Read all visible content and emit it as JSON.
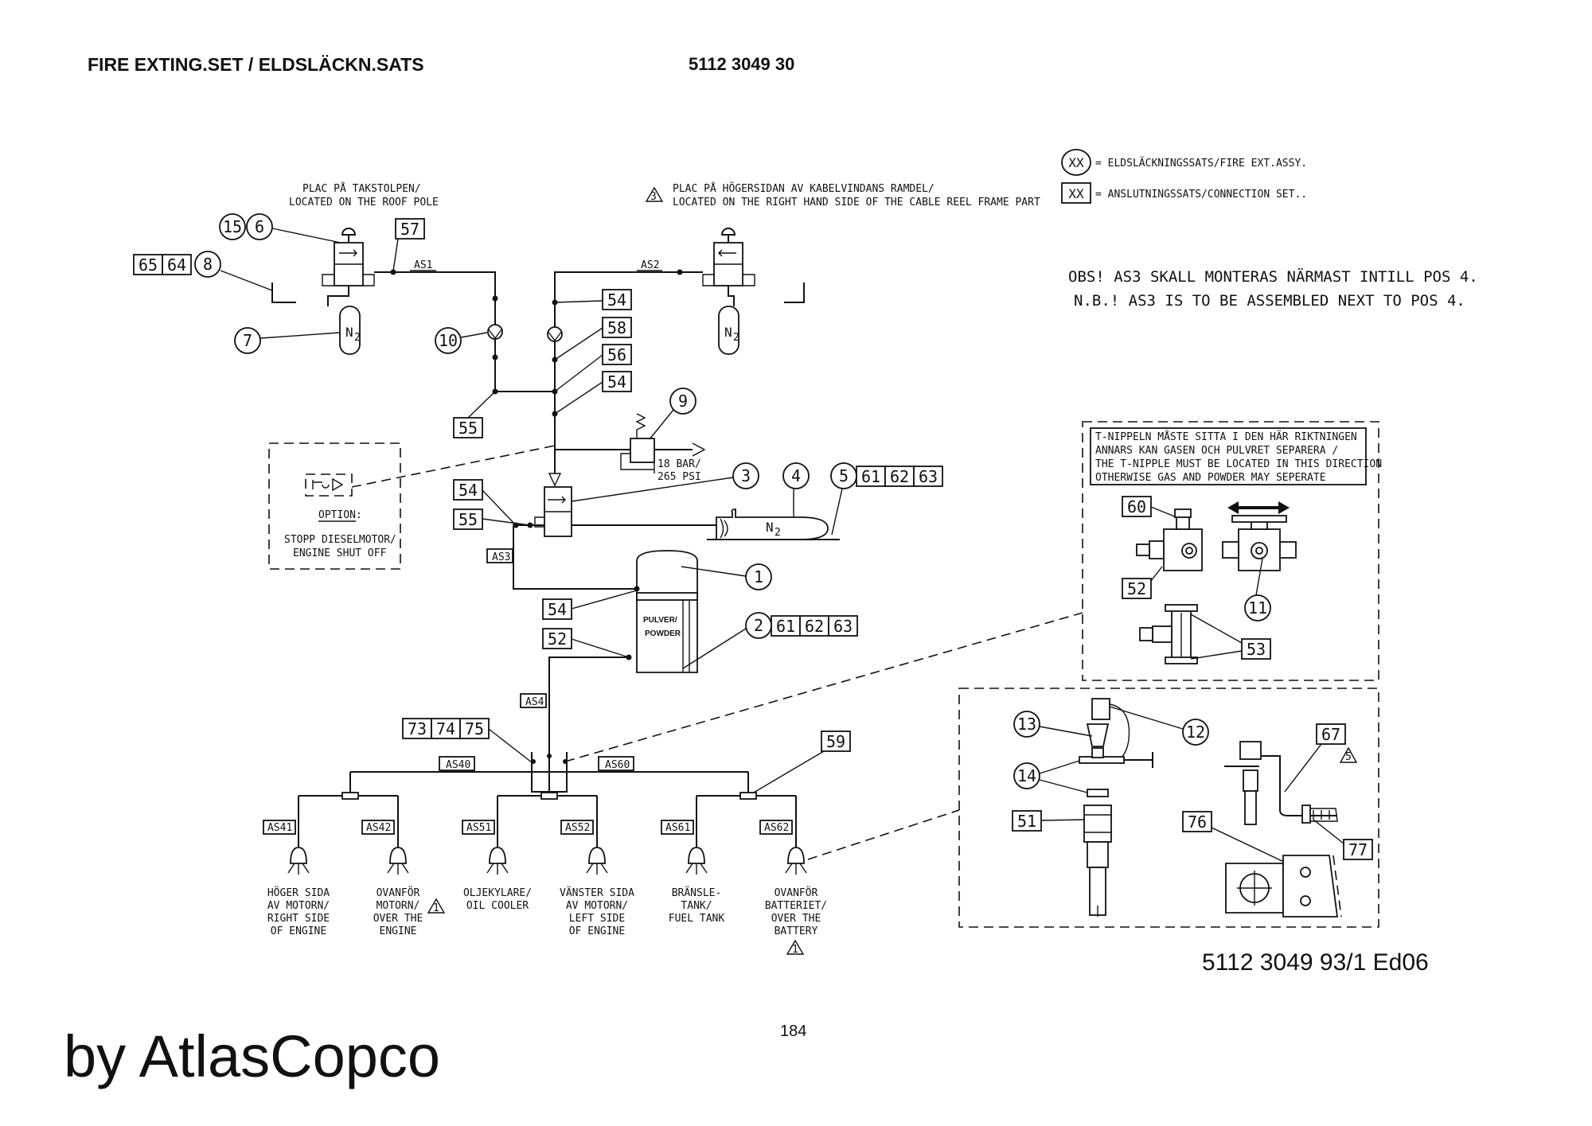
{
  "header": {
    "title": "FIRE EXTING.SET / ELDSLÄCKN.SATS",
    "part_number": "5112 3049 30"
  },
  "legend": {
    "circle_key": "XX",
    "circle_text": "= ELDSLÄCKNINGSSATS/FIRE EXT.ASSY.",
    "box_key": "XX",
    "box_text": "= ANSLUTNINGSSATS/CONNECTION SET.."
  },
  "notes": {
    "obs_sv": "OBS! AS3 SKALL MONTERAS NÄRMAST INTILL POS 4.",
    "obs_en": "N.B.! AS3 IS TO BE ASSEMBLED NEXT TO POS 4.",
    "roof_sv": "PLAC PÅ TAKSTOLPEN/",
    "roof_en": "LOCATED ON THE ROOF POLE",
    "reel_mark": "3",
    "reel_sv": "PLAC PÅ HÖGERSIDAN AV KABELVINDANS RAMDEL/",
    "reel_en": "LOCATED ON THE RIGHT HAND SIDE OF THE CABLE REEL FRAME PART",
    "relief_1": "18 BAR/",
    "relief_2": "265 PSI",
    "option_title": "OPTION:",
    "option_sv": "STOPP DIESELMOTOR/",
    "option_en": "ENGINE SHUT OFF",
    "pulver_1": "PULVER/",
    "pulver_2": "POWDER",
    "n2": "N",
    "n2_sub": "2",
    "tnip_1": "T-NIPPELN MÅSTE SITTA I DEN HÄR RIKTNINGEN",
    "tnip_2": "ANNARS KAN GASEN OCH PULVRET SEPARERA /",
    "tnip_3": "THE T-NIPPLE MUST BE LOCATED IN THIS DIRECTION",
    "tnip_4": "OTHERWISE GAS AND POWDER MAY SEPERATE"
  },
  "circles": {
    "c15": "15",
    "c6": "6",
    "c8": "8",
    "c7": "7",
    "c10": "10",
    "c9": "9",
    "c3": "3",
    "c4": "4",
    "c5": "5",
    "c1": "1",
    "c2": "2",
    "c11": "11",
    "c12": "12",
    "c13": "13",
    "c14": "14"
  },
  "boxes": {
    "b57": "57",
    "b65": "65",
    "b64": "64",
    "b54a": "54",
    "b58": "58",
    "b56": "56",
    "b54b": "54",
    "b55a": "55",
    "b54c": "54",
    "b55b": "55",
    "b5_61": "61",
    "b5_62": "62",
    "b5_63": "63",
    "b54d": "54",
    "b52": "52",
    "b2_61": "61",
    "b2_62": "62",
    "b2_63": "63",
    "b73": "73",
    "b74": "74",
    "b75": "75",
    "b59": "59",
    "b60": "60",
    "b52b": "52",
    "b53": "53",
    "b51": "51",
    "b67": "67",
    "b76": "76",
    "b77": "77"
  },
  "lines": {
    "as1": "AS1",
    "as2": "AS2",
    "as3": "AS3",
    "as4": "AS4",
    "as40": "AS40",
    "as60": "AS60",
    "as41": "AS41",
    "as42": "AS42",
    "as51": "AS51",
    "as52": "AS52",
    "as61": "AS61",
    "as62": "AS62"
  },
  "nozzles": {
    "n1": [
      "HÖGER SIDA",
      "AV MOTORN/",
      "RIGHT SIDE",
      "OF ENGINE"
    ],
    "n2": [
      "OVANFÖR",
      "MOTORN/",
      "OVER THE",
      "ENGINE"
    ],
    "n3": [
      "OLJEKYLARE/",
      "OIL COOLER"
    ],
    "n4": [
      "VÄNSTER SIDA",
      "AV MOTORN/",
      "LEFT SIDE",
      "OF ENGINE"
    ],
    "n5": [
      "BRÄNSLE-",
      "TANK/",
      "FUEL TANK"
    ],
    "n6": [
      "OVANFÖR",
      "BATTERIET/",
      "OVER THE",
      "BATTERY"
    ]
  },
  "warnings": {
    "w1": "1",
    "w2": "1",
    "w5": "5"
  },
  "footer": {
    "drawing_no": "5112 3049 93/1  Ed06",
    "page": "184",
    "brand": "by AtlasCopco"
  }
}
